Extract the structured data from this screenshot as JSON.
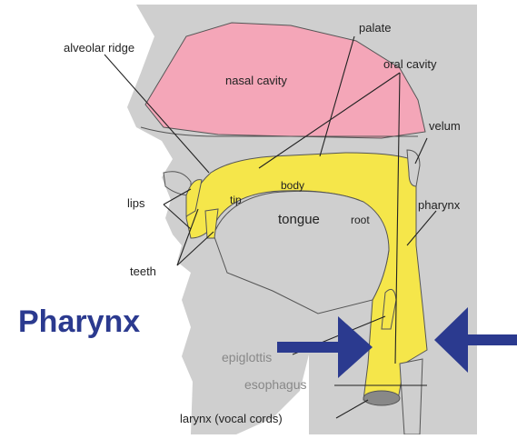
{
  "diagram": {
    "labels": {
      "palate": "palate",
      "alveolar_ridge": "alveolar ridge",
      "nasal_cavity": "nasal cavity",
      "oral_cavity": "oral cavity",
      "velum": "velum",
      "body": "body",
      "tip": "tip",
      "lips": "lips",
      "tongue": "tongue",
      "root": "root",
      "pharynx": "pharynx",
      "teeth": "teeth",
      "epiglottis": "epiglottis",
      "esophagus": "esophagus",
      "larynx": "larynx (vocal cords)"
    },
    "overlay_title": "Pharynx"
  },
  "colors": {
    "head": "#cfcfcf",
    "nasal": "#f4a6b8",
    "airway": "#f5e64a",
    "arrow": "#2b3a8f",
    "title": "#2b3a8f",
    "lines": "#222222"
  }
}
